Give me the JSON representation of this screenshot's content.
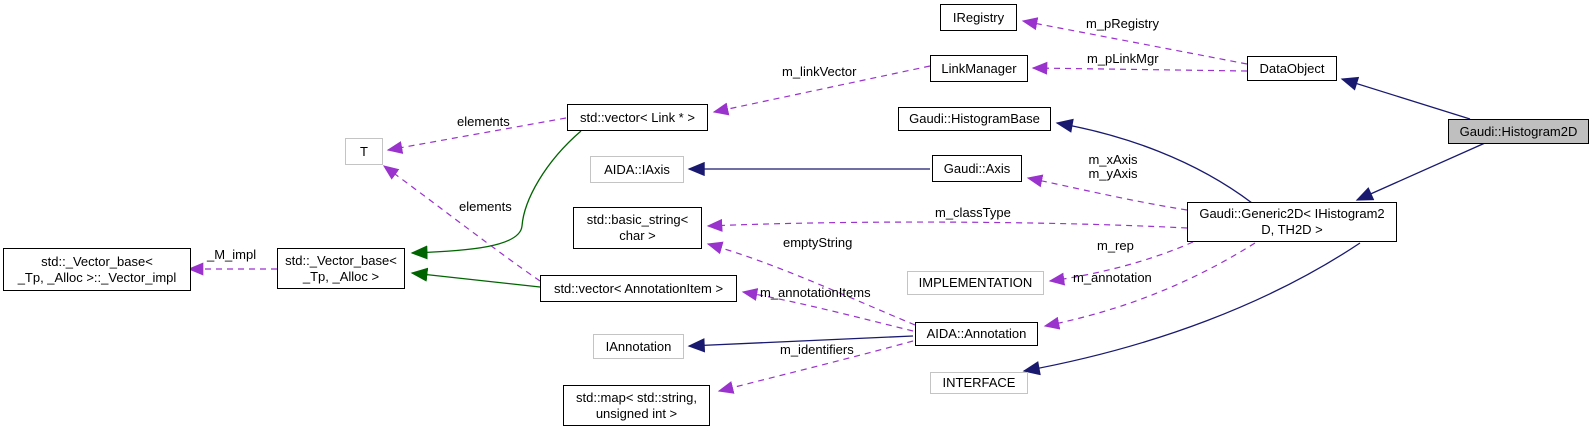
{
  "diagram": {
    "kind": "collaboration-graph",
    "highlighted_node": "Gaudi::Histogram2D",
    "colors": {
      "inheritance_edge": "#191970",
      "usage_edge": "#9a32cd",
      "protected_inheritance_edge": "#006400",
      "highlight_fill": "#bfbfbf",
      "undocumented_border": "#c4c4c4"
    },
    "nodes": [
      {
        "lines": [
          "IRegistry"
        ]
      },
      {
        "lines": [
          "LinkManager"
        ]
      },
      {
        "lines": [
          "DataObject"
        ]
      },
      {
        "lines": [
          "Gaudi::Histogram2D"
        ]
      },
      {
        "lines": [
          "std::vector< Link * >"
        ]
      },
      {
        "lines": [
          "Gaudi::HistogramBase"
        ]
      },
      {
        "lines": [
          "AIDA::IAxis"
        ]
      },
      {
        "lines": [
          "Gaudi::Axis"
        ]
      },
      {
        "lines": [
          "T"
        ]
      },
      {
        "lines": [
          "std::basic_string<",
          "char >"
        ]
      },
      {
        "lines": [
          "Gaudi::Generic2D< IHistogram2",
          "D, TH2D >"
        ]
      },
      {
        "lines": [
          "std::_Vector_base<",
          "_Tp, _Alloc >::_Vector_impl"
        ]
      },
      {
        "lines": [
          "std::_Vector_base<",
          "_Tp, _Alloc >"
        ]
      },
      {
        "lines": [
          "std::vector< AnnotationItem >"
        ]
      },
      {
        "lines": [
          "IMPLEMENTATION"
        ]
      },
      {
        "lines": [
          "AIDA::Annotation"
        ]
      },
      {
        "lines": [
          "IAnnotation"
        ]
      },
      {
        "lines": [
          "INTERFACE"
        ]
      },
      {
        "lines": [
          "std::map< std::string,",
          "unsigned int >"
        ]
      }
    ],
    "edge_labels": {
      "pRegistry": "m_pRegistry",
      "pLinkMgr": "m_pLinkMgr",
      "linkVector": "m_linkVector",
      "elementsTop": "elements",
      "elementsBottom": "elements",
      "MImpl": "_M_impl",
      "xAxis": "m_xAxis",
      "yAxis": "m_yAxis",
      "classType": "m_classType",
      "emptyString": "emptyString",
      "rep": "m_rep",
      "annotation": "m_annotation",
      "annotationItems": "m_annotationItems",
      "identifiers": "m_identifiers"
    }
  }
}
